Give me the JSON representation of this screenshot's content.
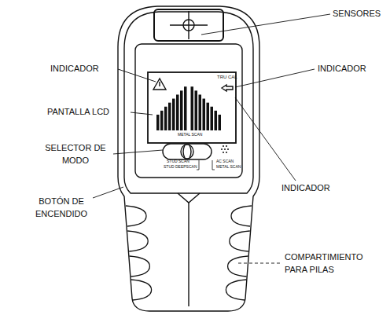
{
  "diagram": {
    "labels": [
      "SENSORES",
      "INDICADOR",
      "INDICADOR",
      "PANTALLA LCD",
      "SELECTOR DE MODO",
      "BOTÓN DE ENCENDIDO",
      "COMPARTIMIENTO PARA PILAS",
      "INDICADOR",
      "TRU CAL",
      "METAL SCAN",
      "STUD SCAN",
      "STUD DEEPSCAN",
      "AC SCAN",
      "METAL SCAN"
    ]
  }
}
